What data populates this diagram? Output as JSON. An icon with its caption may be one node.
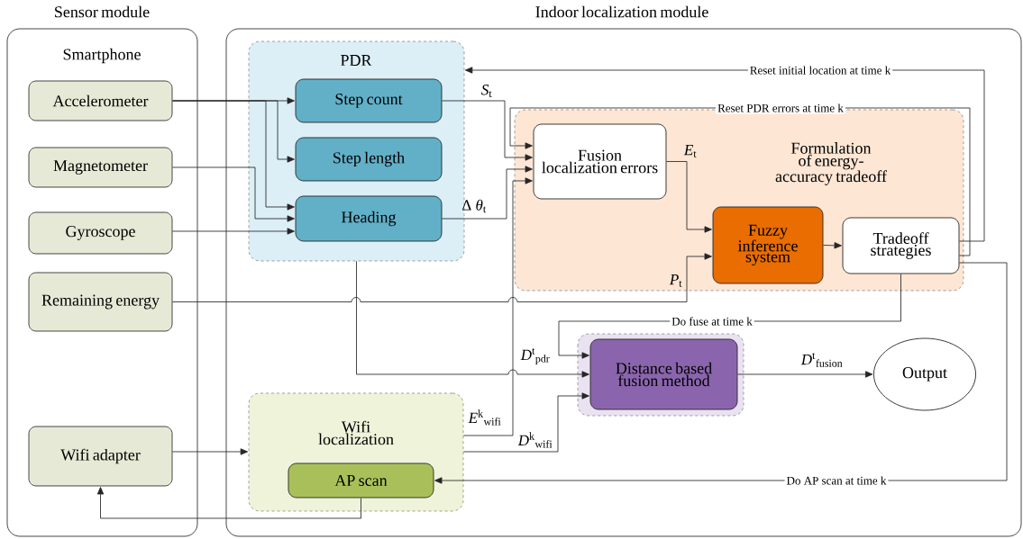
{
  "diagram": {
    "nodes": [
      {
        "text": [
          "Sensor module",
          "Smartphone"
        ]
      },
      {
        "text": [
          "Indoor localization module"
        ]
      },
      {
        "text": [
          "Accelerometer"
        ],
        "in": 0
      },
      {
        "text": [
          "Magnetometer"
        ],
        "in": 0
      },
      {
        "text": [
          "Gyroscope"
        ],
        "in": 0
      },
      {
        "text": [
          "Remaining energy"
        ],
        "in": 0
      },
      {
        "text": [
          "Wifi adapter"
        ],
        "in": 0
      },
      {
        "text": [
          "PDR"
        ],
        "in": 1
      },
      {
        "text": [
          "Step count"
        ],
        "in": 7
      },
      {
        "text": [
          "Step length"
        ],
        "in": 7
      },
      {
        "text": [
          "Heading"
        ],
        "in": 7
      },
      {
        "text": [
          "Formulation of energy-accuracy tradeoff"
        ],
        "in": 1
      },
      {
        "text": [
          "Fusion localization errors"
        ],
        "in": 11
      },
      {
        "text": [
          "Fuzzy inference system"
        ],
        "in": 11
      },
      {
        "text": [
          "Tradeoff strategies"
        ],
        "in": 11
      },
      {
        "text": [
          "Distance based fusion method"
        ],
        "in": 1
      },
      {
        "text": [
          "Output"
        ],
        "in": 1
      },
      {
        "text": [
          "Wifi localization"
        ],
        "in": 1
      },
      {
        "text": [
          "AP scan"
        ],
        "in": 17
      }
    ],
    "edges": [
      {
        "from": 2,
        "to": 8,
        "arrow": "to"
      },
      {
        "from": 2,
        "to": 9,
        "arrow": "to"
      },
      {
        "from": 2,
        "to": 10,
        "arrow": "to"
      },
      {
        "from": 3,
        "to": 10,
        "arrow": "to"
      },
      {
        "from": 4,
        "to": 10,
        "arrow": "to"
      },
      {
        "from": 8,
        "to": 12,
        "arrow": "to",
        "label": "*S*$_{t}$"
      },
      {
        "from": 10,
        "to": 12,
        "arrow": "to",
        "label": "Δ *θ*$_{t}$"
      },
      {
        "from": 14,
        "to": 12,
        "arrow": "to",
        "label": "Reset PDR errors at time k"
      },
      {
        "from": 17,
        "to": 12,
        "arrow": "to",
        "label": "*E*$^{k}$$_{wifi}$"
      },
      {
        "from": 12,
        "to": 13,
        "arrow": "to",
        "label": "*E*$_{t}$"
      },
      {
        "from": 5,
        "to": 13,
        "arrow": "to",
        "label": "*P*$_{t}$"
      },
      {
        "from": 13,
        "to": 14,
        "arrow": "to"
      },
      {
        "from": 14,
        "to": 7,
        "arrow": "to",
        "label": "Reset initial location at time k"
      },
      {
        "from": 14,
        "to": 15,
        "arrow": "to",
        "label": "Do fuse at time k"
      },
      {
        "from": 7,
        "to": 15,
        "arrow": "to",
        "label": "*D*$^{t}$$_{pdr}$"
      },
      {
        "from": 17,
        "to": 15,
        "arrow": "to",
        "label": "*D*$^{k}$$_{wifi}$"
      },
      {
        "from": 15,
        "to": 16,
        "arrow": "to",
        "label": "*D*$^{t}$$_{fusion}$"
      },
      {
        "from": 14,
        "to": 18,
        "arrow": "to",
        "label": "Do AP scan at time k"
      },
      {
        "from": 6,
        "to": 17,
        "arrow": "to"
      },
      {
        "from": 18,
        "to": 6,
        "arrow": "to"
      }
    ]
  }
}
